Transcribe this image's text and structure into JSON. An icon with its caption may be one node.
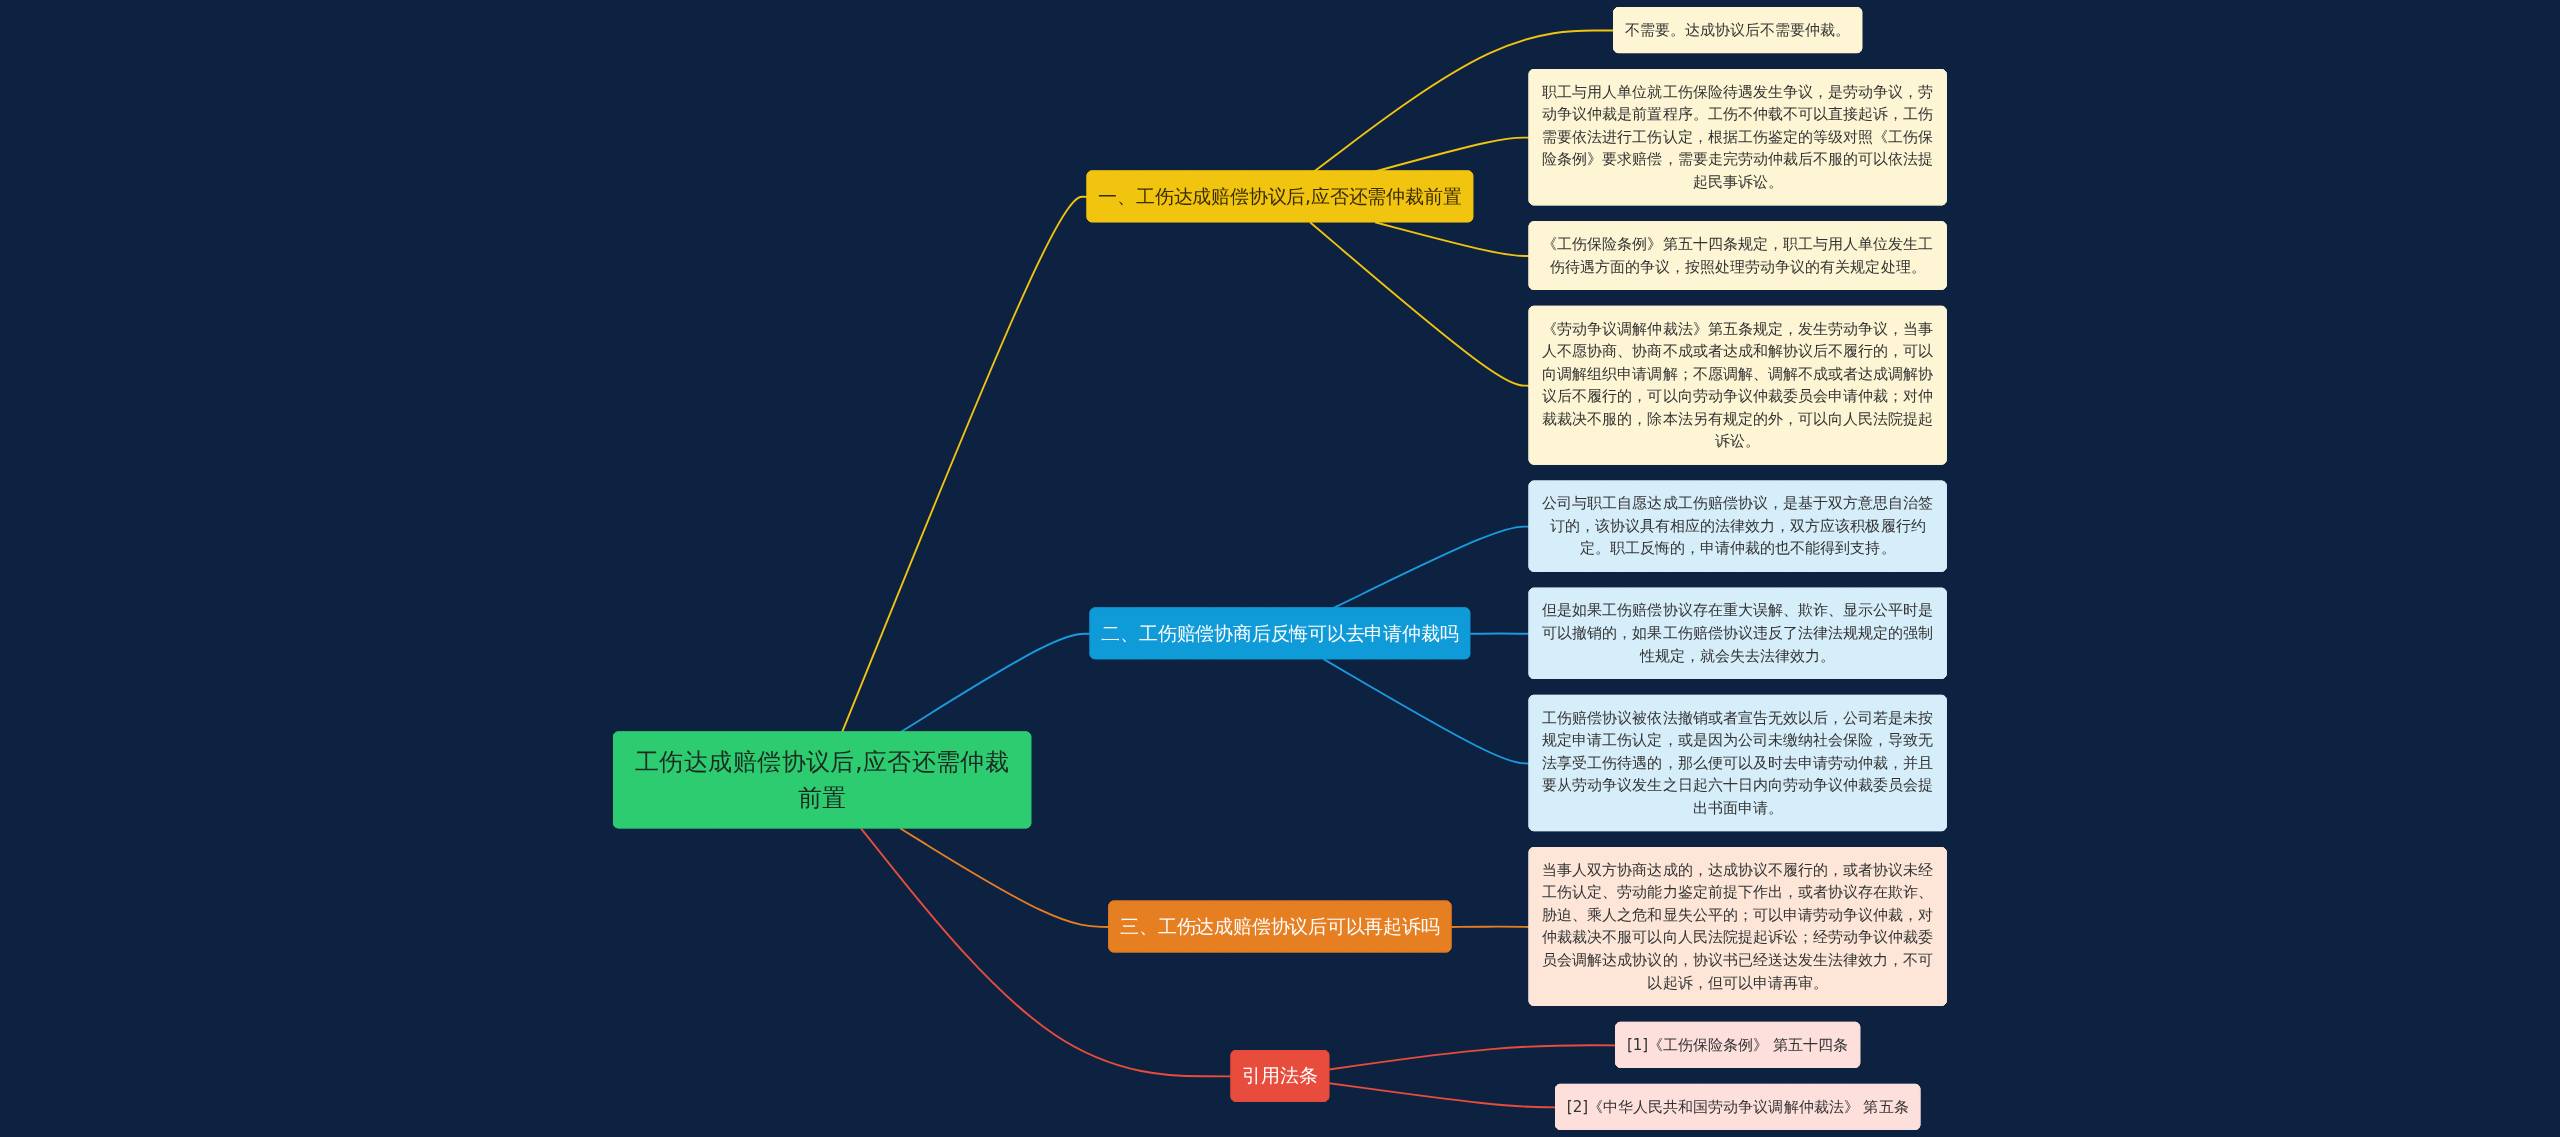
{
  "diagram": {
    "nodes": [
      {
        "text": [
          "工伤达成赔偿协议后,应否还需仲裁前置"
        ]
      },
      {
        "text": [
          "一、工伤达成赔偿协议后,应否还需仲裁前置"
        ]
      },
      {
        "text": [
          "不需要。达成协议后不需要仲裁。"
        ]
      },
      {
        "text": [
          "职工与用人单位就工伤保险待遇发生争议，是劳动争议，劳动争议仲裁是前置程序。工伤不仲载不可以直接起诉，工伤需要依法进行工伤认定，根据工伤鉴定的等级对照《工伤保险条例》要求赔偿，需要走完劳动仲裁后不服的可以依法提起民事诉讼。"
        ]
      },
      {
        "text": [
          "《工伤保险条例》第五十四条规定，职工与用人单位发生工伤待遇方面的争议，按照处理劳动争议的有关规定处理。"
        ]
      },
      {
        "text": [
          "《劳动争议调解仲裁法》第五条规定，发生劳动争议，当事人不愿协商、协商不成或者达成和解协议后不履行的，可以向调解组织申请调解；不愿调解、调解不成或者达成调解协议后不履行的，可以向劳动争议仲裁委员会申请仲裁；对仲裁裁决不服的，除本法另有规定的外，可以向人民法院提起诉讼。"
        ]
      },
      {
        "text": [
          "二、工伤赔偿协商后反悔可以去申请仲裁吗"
        ]
      },
      {
        "text": [
          "公司与职工自愿达成工伤赔偿协议，是基于双方意思自治签订的，该协议具有相应的法律效力，双方应该积极履行约定。职工反悔的，申请仲裁的也不能得到支持。"
        ]
      },
      {
        "text": [
          "但是如果工伤赔偿协议存在重大误解、欺诈、显示公平时是可以撤销的，如果工伤赔偿协议违反了法律法规规定的强制性规定，就会失去法律效力。"
        ]
      },
      {
        "text": [
          "工伤赔偿协议被依法撤销或者宣告无效以后，公司若是未按规定申请工伤认定，或是因为公司未缴纳社会保险，导致无法享受工伤待遇的，那么便可以及时去申请劳动仲裁，并且要从劳动争议发生之日起六十日内向劳动争议仲裁委员会提出书面申请。"
        ]
      },
      {
        "text": [
          "三、工伤达成赔偿协议后可以再起诉吗"
        ]
      },
      {
        "text": [
          "当事人双方协商达成的，达成协议不履行的，或者协议未经工伤认定、劳动能力鉴定前提下作出，或者协议存在欺诈、胁迫、乘人之危和显失公平的；可以申请劳动争议仲裁，对仲裁裁决不服可以向人民法院提起诉讼；经劳动争议仲裁委员会调解达成协议的，协议书已经送达发生法律效力，不可以起诉，但可以申请再审。"
        ]
      },
      {
        "text": [
          "引用法条"
        ]
      },
      {
        "text": [
          "[1]《工伤保险条例》 第五十四条"
        ]
      },
      {
        "text": [
          "[2]《中华人民共和国劳动争议调解仲裁法》 第五条"
        ]
      }
    ],
    "edges": [
      {
        "from": 0,
        "to": 1,
        "arrow": "none"
      },
      {
        "from": 1,
        "to": 2,
        "arrow": "none"
      },
      {
        "from": 1,
        "to": 3,
        "arrow": "none"
      },
      {
        "from": 1,
        "to": 4,
        "arrow": "none"
      },
      {
        "from": 1,
        "to": 5,
        "arrow": "none"
      },
      {
        "from": 0,
        "to": 6,
        "arrow": "none",
        "color": "#1a9be0"
      },
      {
        "from": 6,
        "to": 7,
        "arrow": "none",
        "color": "#1a9be0"
      },
      {
        "from": 6,
        "to": 8,
        "arrow": "none",
        "color": "#1a9be0"
      },
      {
        "from": 6,
        "to": 9,
        "arrow": "none",
        "color": "#1a9be0"
      },
      {
        "from": 0,
        "to": 10,
        "arrow": "none",
        "color": "#e67e22"
      },
      {
        "from": 10,
        "to": 11,
        "arrow": "none",
        "color": "#e67e22"
      },
      {
        "from": 0,
        "to": 12,
        "arrow": "none",
        "color": "#e74c3c"
      },
      {
        "from": 12,
        "to": 13,
        "arrow": "none",
        "color": "#e74c3c"
      },
      {
        "from": 12,
        "to": 14,
        "arrow": "none",
        "color": "#e74c3c"
      }
    ]
  }
}
